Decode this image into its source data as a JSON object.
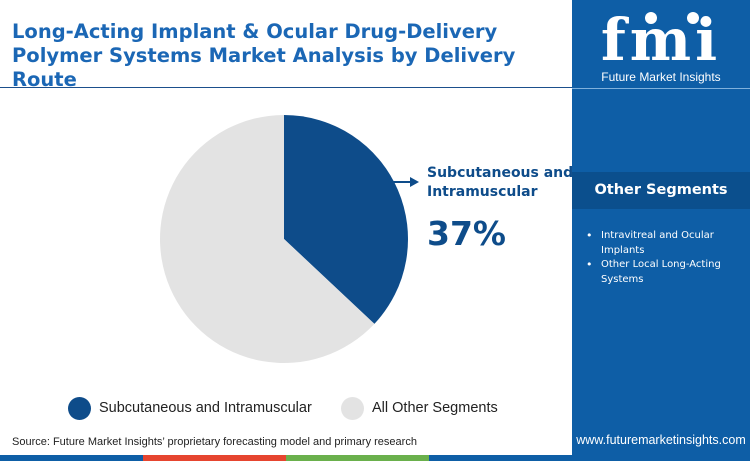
{
  "title": "Long-Acting Implant & Ocular Drug-Delivery Polymer Systems Market Analysis by Delivery Route",
  "logo": {
    "word": "fmi",
    "subtitle": "Future Market Insights"
  },
  "sidebar": {
    "header": "Other Segments",
    "items": [
      "Intravitreal and Ocular Implants",
      "Other Local Long-Acting Systems"
    ],
    "website": "www.futuremarketinsights.com"
  },
  "callout": {
    "label": "Subcutaneous and Intramuscular",
    "value": "37%"
  },
  "source": "Source: Future Market Insights’ proprietary forecasting model and primary research",
  "colors": {
    "brand": "#0e5ea6",
    "primary_slice": "#0e4c8a",
    "other_slice": "#e3e3e3",
    "bottom_bar": [
      "#0e5ea6",
      "#e6452f",
      "#6ab04c",
      "#0e5ea6"
    ]
  },
  "chart_data": {
    "type": "pie",
    "title": "Long-Acting Implant & Ocular Drug-Delivery Polymer Systems Market Analysis by Delivery Route",
    "slices": [
      {
        "label": "Subcutaneous and Intramuscular",
        "value": 37,
        "color": "#0e4c8a"
      },
      {
        "label": "All Other Segments",
        "value": 63,
        "color": "#e3e3e3"
      }
    ],
    "legend_position": "bottom"
  }
}
